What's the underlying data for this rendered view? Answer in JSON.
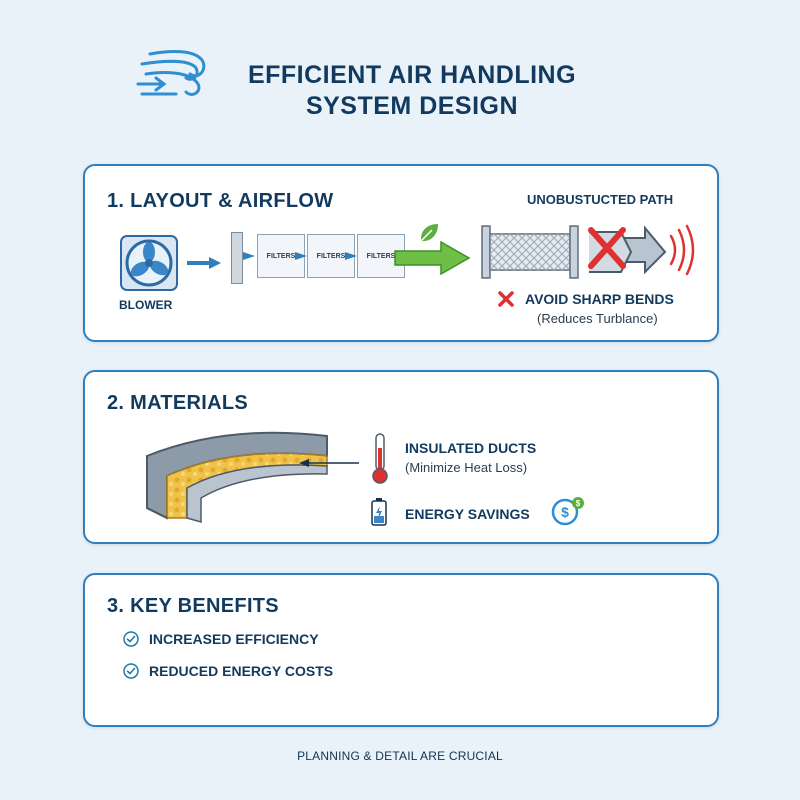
{
  "header": {
    "title_line1": "EFFICIENT AIR HANDLING",
    "title_line2": "SYSTEM DESIGN",
    "logo_icon": "airflow-icon"
  },
  "section1": {
    "heading": "1. LAYOUT & AIRFLOW",
    "blower_label": "BLOWER",
    "filters": [
      "FILTERS",
      "FILTERS",
      "FILTERS"
    ],
    "path_label": "UNOBUSTUCTED PATH",
    "avoid_label": "AVOID SHARP BENDS",
    "avoid_note": "(Reduces Turblance)"
  },
  "section2": {
    "heading": "2. MATERIALS",
    "insulated_label": "INSULATED DUCTS",
    "insulated_note": "(Minimize Heat Loss)",
    "energy_label": "ENERGY SAVINGS"
  },
  "section3": {
    "heading": "3. KEY BENEFITS",
    "benefits": [
      "INCREASED EFFICIENCY",
      "REDUCED ENERGY COSTS"
    ]
  },
  "footer": "PLANNING & DETAIL ARE CRUCIAL",
  "colors": {
    "accent_blue": "#2f7fbf",
    "navy": "#123a5e",
    "green": "#5cae3e",
    "red": "#e03131"
  }
}
